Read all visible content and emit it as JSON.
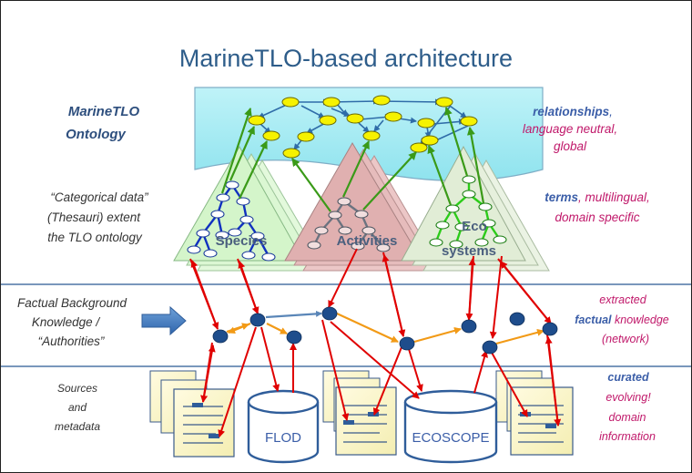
{
  "title": "MarineTLO-based architecture",
  "left_labels": {
    "ontology": [
      "MarineTLO",
      "Ontology"
    ],
    "categorical": [
      "“Categorical data”",
      "(Thesauri) extent",
      "the TLO ontology"
    ],
    "factual": [
      "Factual Background",
      "Knowledge /",
      "“Authorities”"
    ],
    "sources": [
      "Sources",
      "and",
      "metadata"
    ]
  },
  "right_labels": {
    "relationships_bold": "relationships",
    "relationships_rest": ",",
    "language": "language neutral,",
    "global": "global",
    "terms_bold": "terms",
    "terms_rest": ", multilingual,",
    "domain_specific": "domain specific",
    "extracted": "extracted",
    "factual_bold": "factual",
    "knowledge": " knowledge",
    "network": "(network)",
    "curated": "curated",
    "evolving": "evolving!",
    "domain": "domain",
    "information": "information"
  },
  "thesauri": {
    "species": "Species",
    "activities": "Activities",
    "eco_line1": "Eco",
    "eco_line2": "systems"
  },
  "databases": {
    "flod": "FLOD",
    "ecoscope": "ECOSCOPE"
  },
  "colors": {
    "title": "#2e5d8a",
    "blue_label": "#3b5ea8",
    "magenta_label": "#c0186a",
    "ontology_fill": "#a8ecf4",
    "species_fill": "#d6f7d0",
    "activities_fill": "#e3b3b3",
    "eco_fill": "#e6f1dd",
    "node_yellow": "#f6f200",
    "node_blue": "#1e4d8c",
    "link_red": "#e00000",
    "link_orange": "#f29a16",
    "link_green": "#3a9a18",
    "db_stroke": "#2f5d9a"
  }
}
